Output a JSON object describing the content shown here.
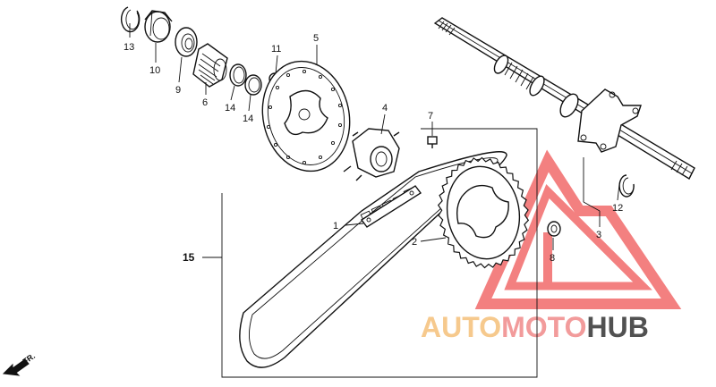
{
  "diagram": {
    "callouts": [
      {
        "id": "13",
        "label": "13"
      },
      {
        "id": "10",
        "label": "10"
      },
      {
        "id": "9",
        "label": "9"
      },
      {
        "id": "6",
        "label": "6"
      },
      {
        "id": "14a",
        "label": "14"
      },
      {
        "id": "14b",
        "label": "14"
      },
      {
        "id": "11",
        "label": "11"
      },
      {
        "id": "5",
        "label": "5"
      },
      {
        "id": "4",
        "label": "4"
      },
      {
        "id": "7",
        "label": "7"
      },
      {
        "id": "1",
        "label": "1"
      },
      {
        "id": "2",
        "label": "2"
      },
      {
        "id": "15",
        "label": "15"
      },
      {
        "id": "8",
        "label": "8"
      },
      {
        "id": "3",
        "label": "3"
      },
      {
        "id": "12",
        "label": "12"
      }
    ],
    "direction_label": "FR.",
    "watermark": {
      "part1": "AUTO",
      "part2": "MOTO",
      "part3": "HUB",
      "colors": {
        "auto": "#f5c07a",
        "moto": "#f08a8a",
        "hub": "#333333",
        "triangle": "#f26a6a"
      }
    }
  }
}
